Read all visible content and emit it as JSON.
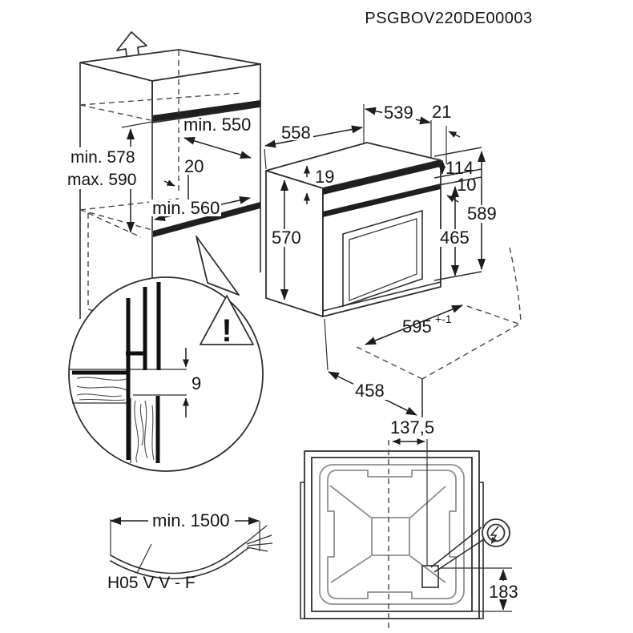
{
  "title": "PSGBOV220DE00003",
  "cabinet": {
    "label_niche_width": "min. 550",
    "label_rear_gap": "20",
    "label_niche_depth": "min. 560",
    "label_niche_height_min": "min. 578",
    "label_niche_height_max": "max. 590"
  },
  "oven": {
    "label_depth_top": "558",
    "label_depth_body": "539",
    "label_door_thickness": "21",
    "label_top_trim": "19",
    "label_top_clearance": "114",
    "label_gap": "10",
    "label_total_height": "589",
    "label_rear_height": "465",
    "label_height": "570",
    "label_width": "595",
    "label_width_tolerance": "+-1",
    "label_depth_bottom": "458"
  },
  "detail": {
    "label_gap": "9",
    "warning_mark": "!"
  },
  "cable": {
    "label_length": "min. 1500",
    "label_type": "H05 V V - F"
  },
  "back_view": {
    "label_conduit_offset": "137,5",
    "label_conduit_height": "183"
  },
  "colors": {
    "line": "#2f2f2f",
    "dark_fill": "#1f1f1f",
    "panel_gray": "#8f8f8f",
    "text": "#141414",
    "background": "#ffffff"
  }
}
